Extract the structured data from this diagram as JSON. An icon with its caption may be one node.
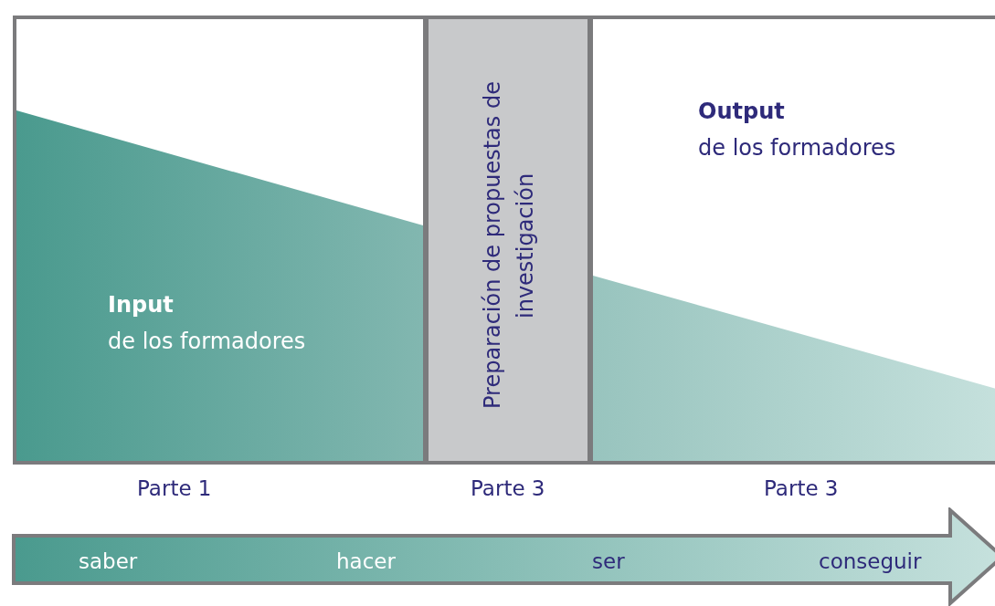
{
  "diagram": {
    "nodes": [
      {
        "text": [
          "Input",
          "de los formadores"
        ]
      },
      {
        "text": [
          "Preparación de propuestas de investigación"
        ]
      },
      {
        "text": [
          "Output",
          "de los formadores"
        ]
      },
      {
        "text": [
          "saber",
          "hacer",
          "ser",
          "conseguir"
        ]
      }
    ],
    "labels": [
      "Parte 1",
      "Parte 3",
      "Parte 3"
    ]
  }
}
